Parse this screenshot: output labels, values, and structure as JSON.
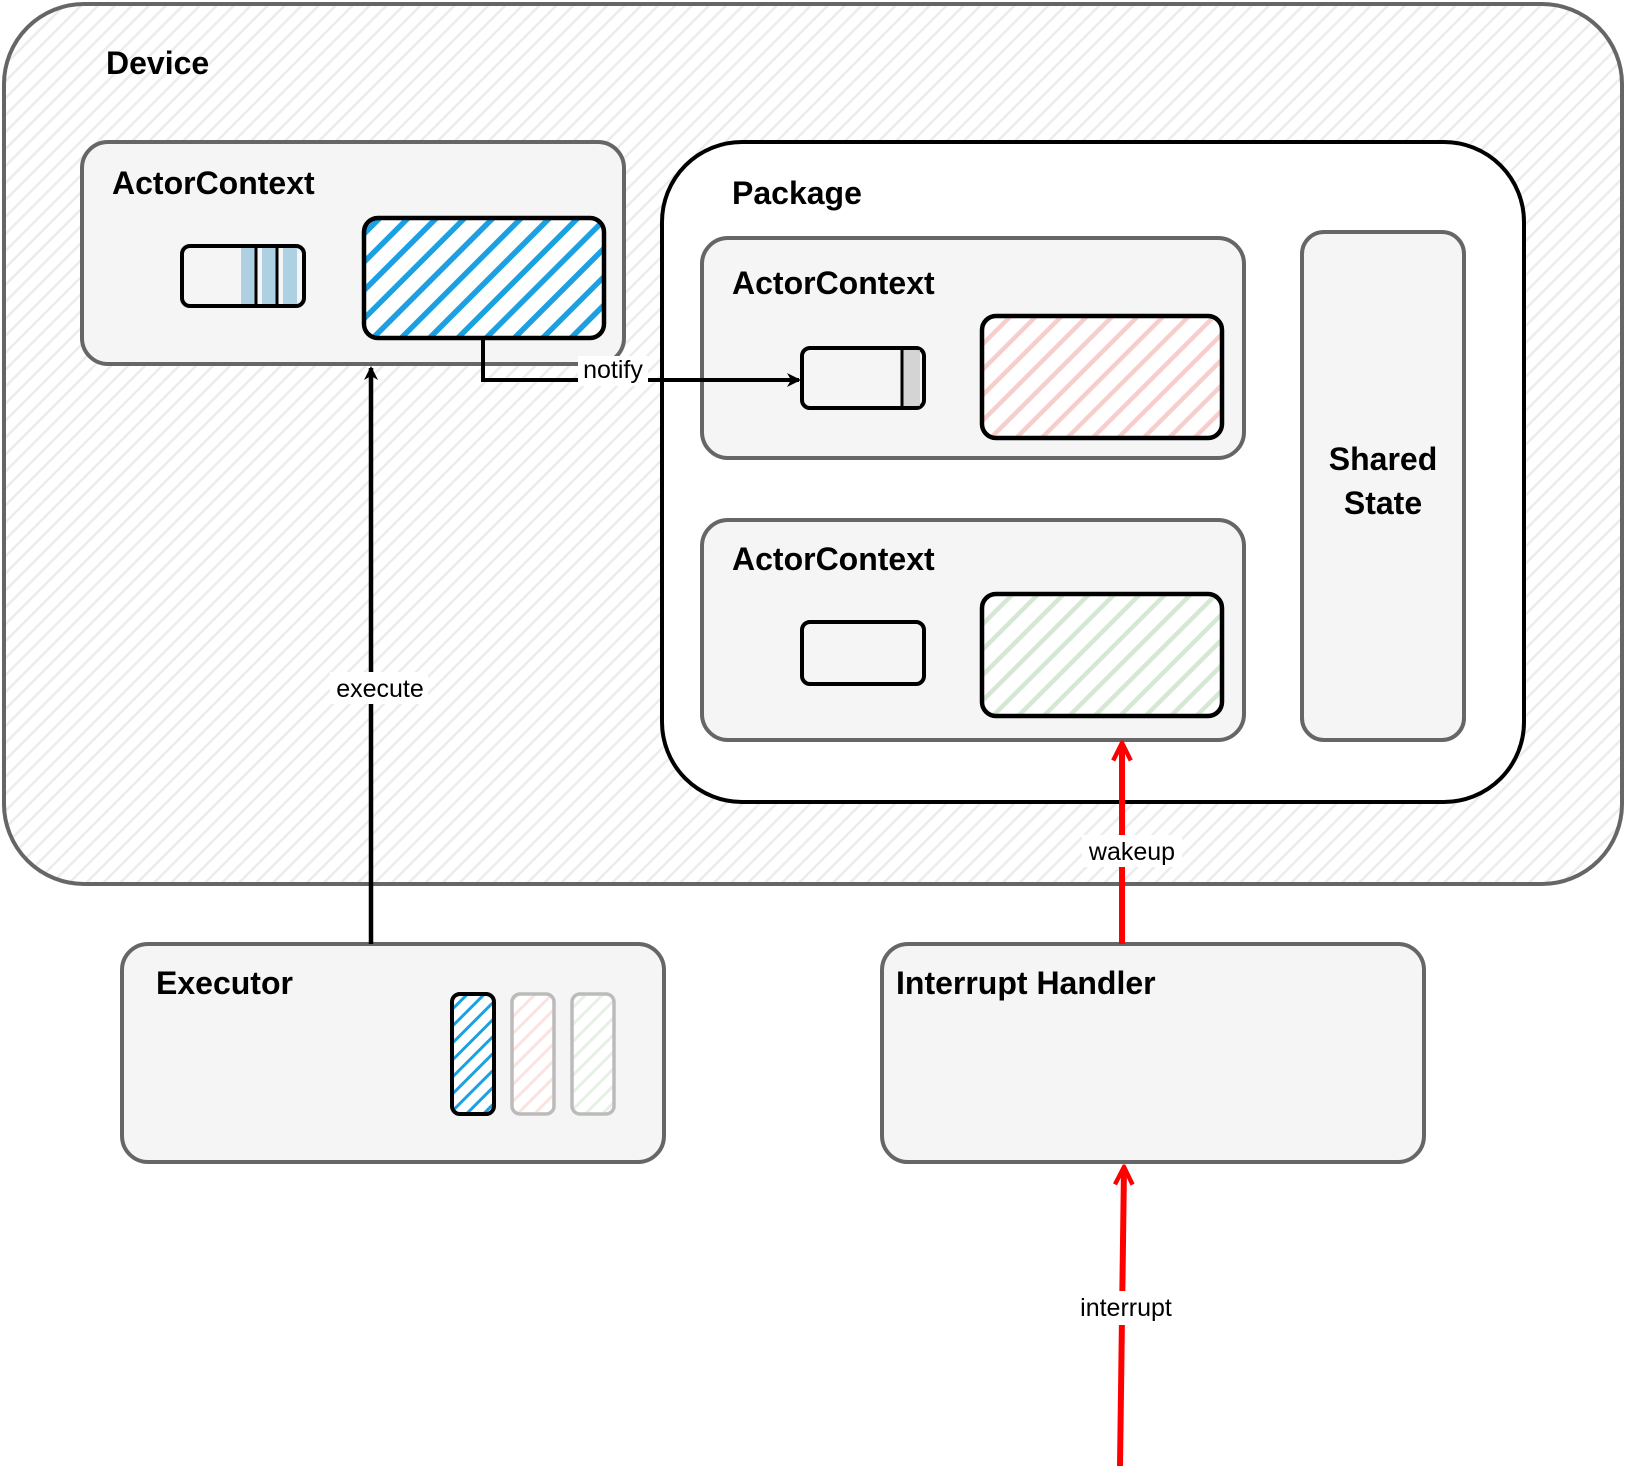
{
  "device": {
    "title": "Device"
  },
  "actor_context_main": {
    "title": "ActorContext"
  },
  "package": {
    "title": "Package",
    "actor_context_top": {
      "title": "ActorContext"
    },
    "actor_context_bottom": {
      "title": "ActorContext"
    },
    "shared_state": {
      "line1": "Shared",
      "line2": "State"
    }
  },
  "executor": {
    "title": "Executor"
  },
  "interrupt_handler": {
    "title": "Interrupt Handler"
  },
  "edges": {
    "notify": "notify",
    "execute": "execute",
    "wakeup": "wakeup",
    "interrupt": "interrupt"
  },
  "colors": {
    "blue": "#1ba1e2",
    "red_light": "#f8cecc",
    "green_light": "#d5e8d4",
    "box_fill": "#f5f5f5",
    "box_stroke": "#666666",
    "arrow_red": "#ff0000",
    "arrow_black": "#000000"
  }
}
